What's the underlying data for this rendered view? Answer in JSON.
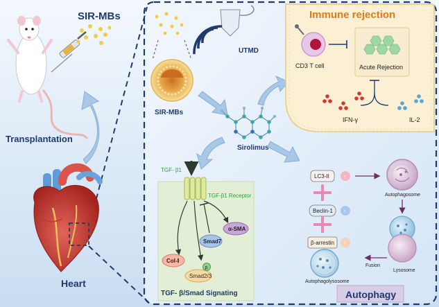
{
  "left_panel": {
    "title": "SIR-MBs",
    "transplantation_label": "Transplantation",
    "heart_label": "Heart"
  },
  "center": {
    "utmd_label": "UTMD",
    "sirmbs_label": "SIR-MBs",
    "sirolimus_label": "Sirolimus"
  },
  "immune": {
    "title": "Immune rejection",
    "cd3_label": "CD3 T cell",
    "acute_label": "Acute Rejection",
    "ifn_label": "IFN-γ",
    "il2_label": "IL-2"
  },
  "tgf": {
    "ligand_label": "TGF- β1",
    "receptor_label": "TGF-β1 Receptor",
    "asma_label": "α-SMA",
    "smad7_label": "Smad7",
    "col_label": "Col-Ⅰ",
    "p_label": "p",
    "smad23_label": "Smad2/3",
    "title": "TGF- β/Smad Signating"
  },
  "autophagy": {
    "lc3_label": "LC3-II",
    "beclin_label": "Beclin-1",
    "arrestin_label": "β-arrestin",
    "autophagosome_label": "Autophagosome",
    "lysosome_label": "Lysosome",
    "fusion_label": "Fusion",
    "autophagolysosome_label": "Autophagolysosome",
    "title": "Autophagy"
  },
  "colors": {
    "navy": "#1f3a6e",
    "immune_fill": "#fbf0d4",
    "tgf_fill": "#e2efd6",
    "autophagy_badge": "#d8cde6",
    "up_pink": "#f4b6c0",
    "up_blue": "#a9c8ec",
    "up_orange": "#f2d3b5"
  }
}
